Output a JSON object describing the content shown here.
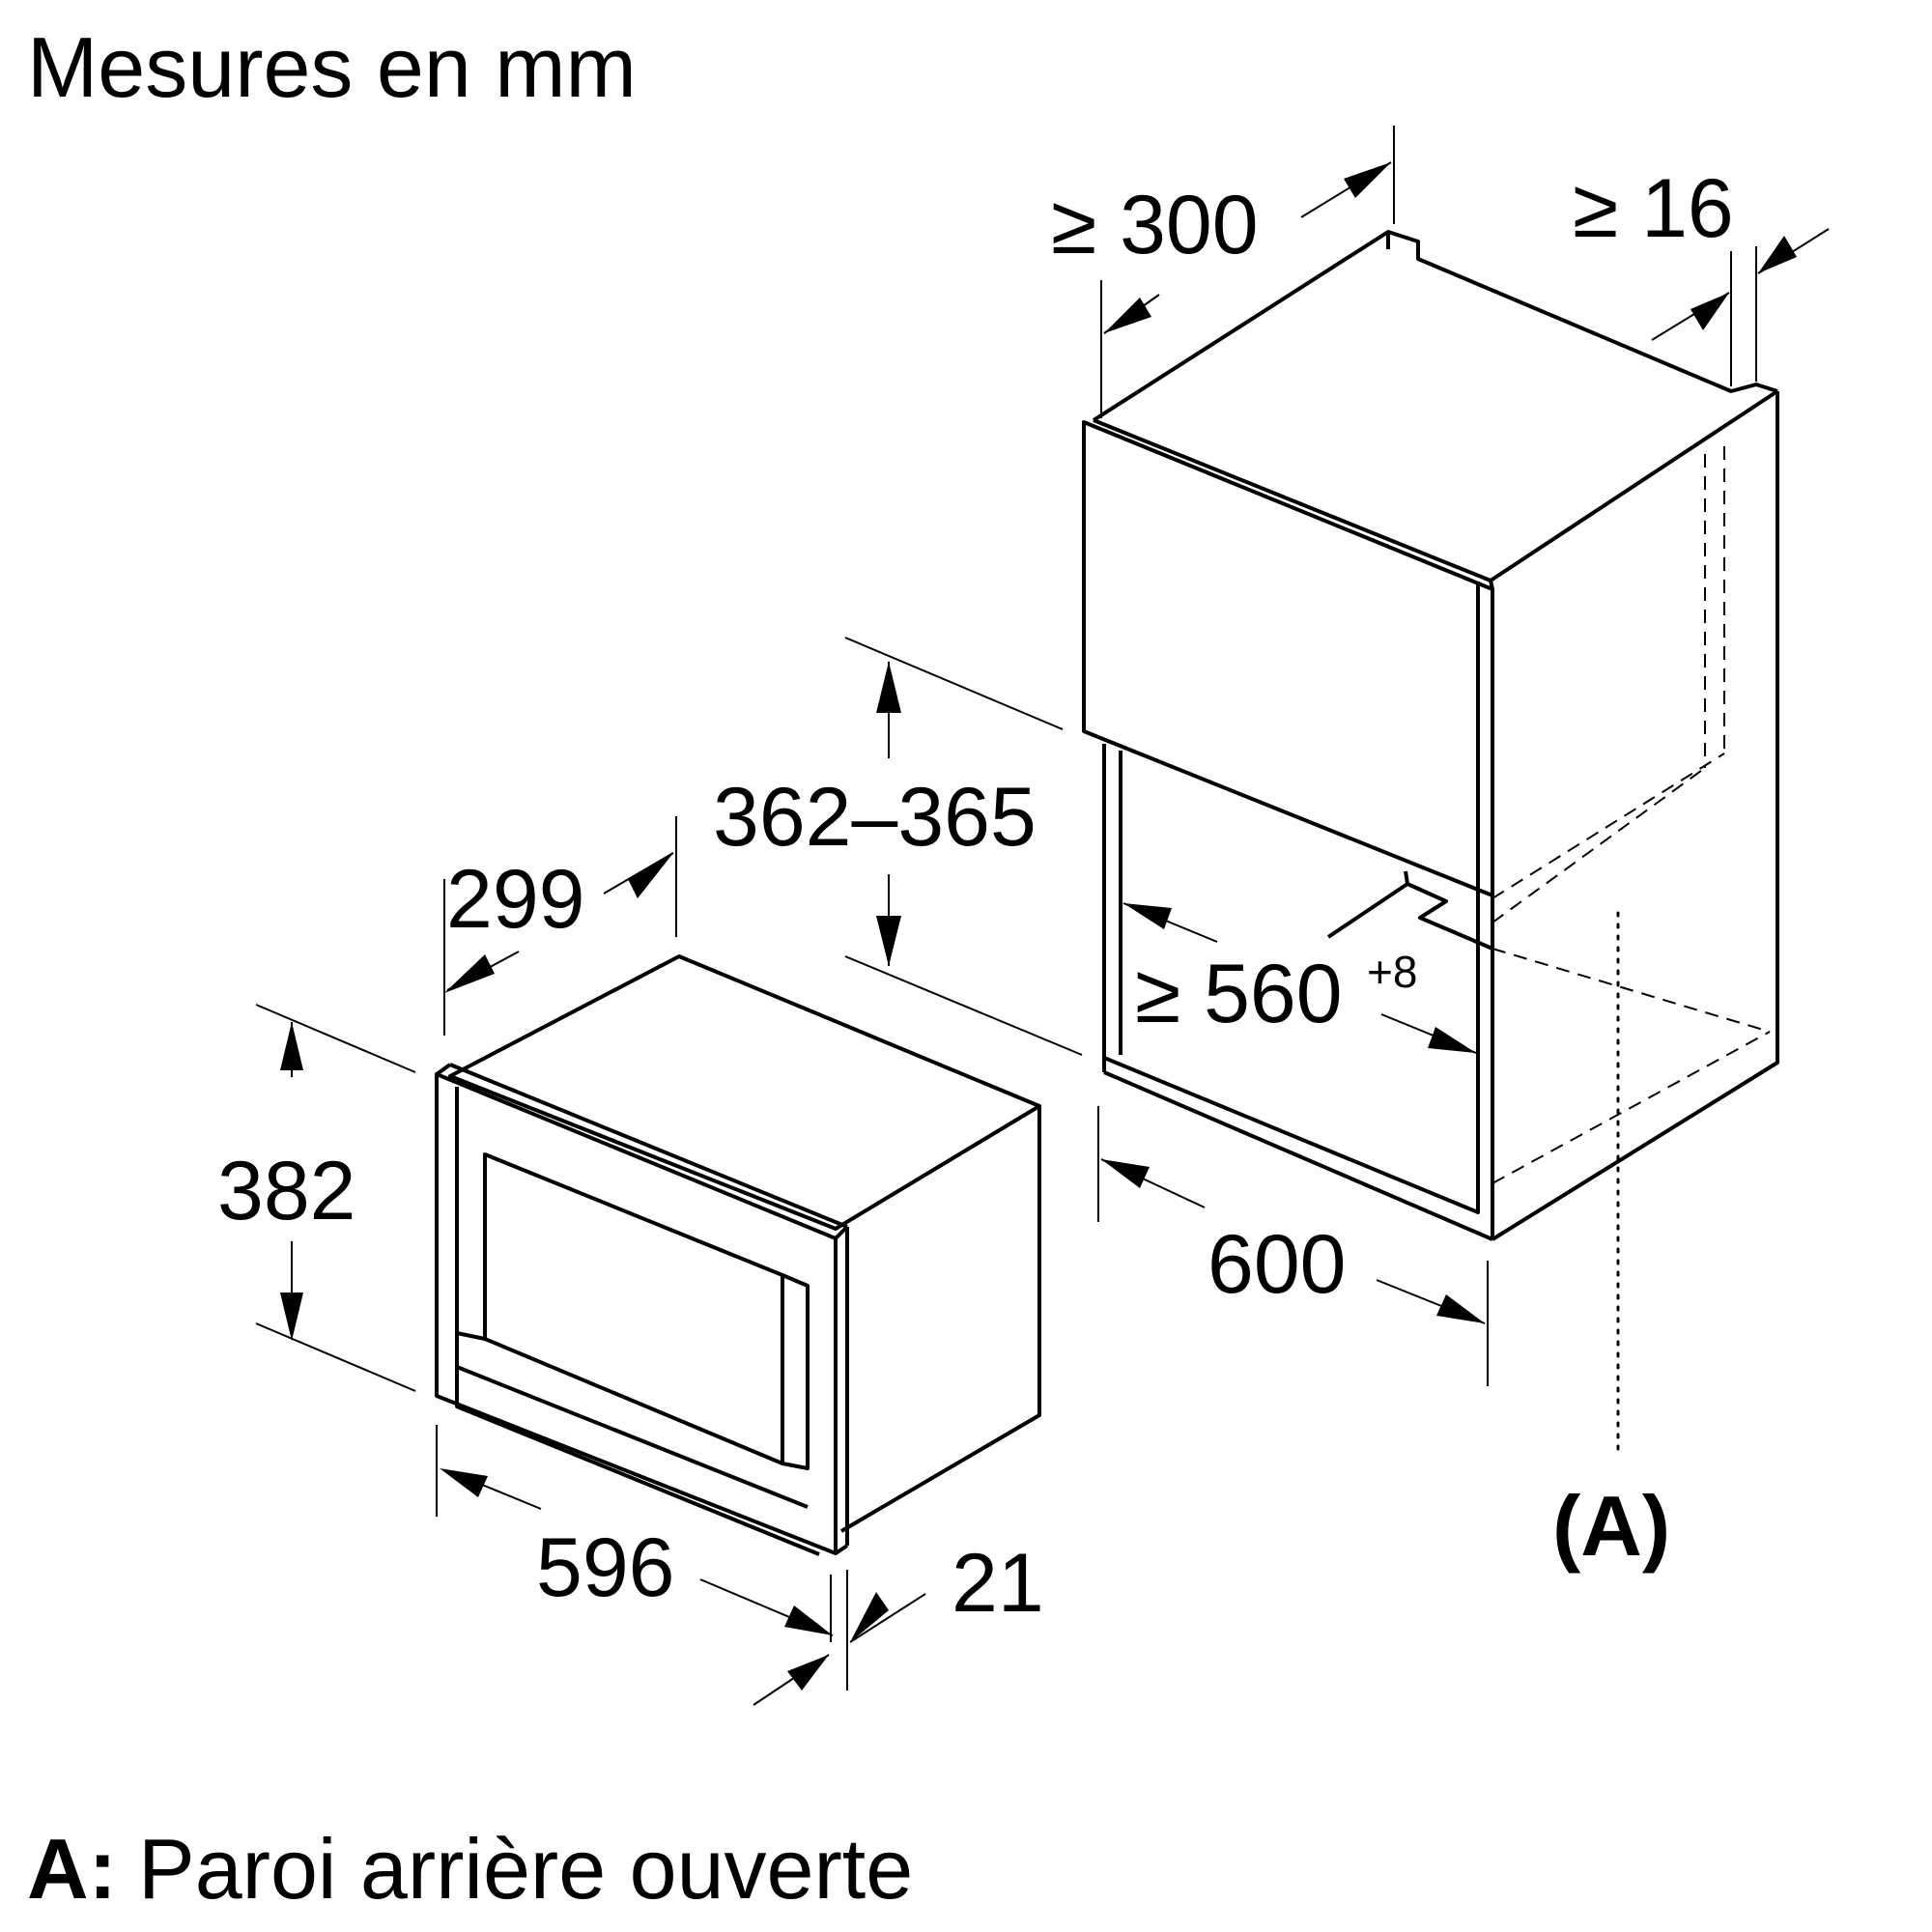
{
  "title": "Mesures en mm",
  "dimensions": {
    "appliance_depth": "299",
    "appliance_height": "382",
    "appliance_width": "596",
    "frame_depth": "21",
    "niche_height": "362–365",
    "niche_depth_min": "≥ 300",
    "rear_gap_min": "≥ 16",
    "niche_width_min": "≥ 560",
    "niche_width_tolerance": "+8",
    "cabinet_width": "600"
  },
  "marker": "(A)",
  "legend": {
    "key": "A:",
    "text": "Paroi arrière ouverte"
  }
}
